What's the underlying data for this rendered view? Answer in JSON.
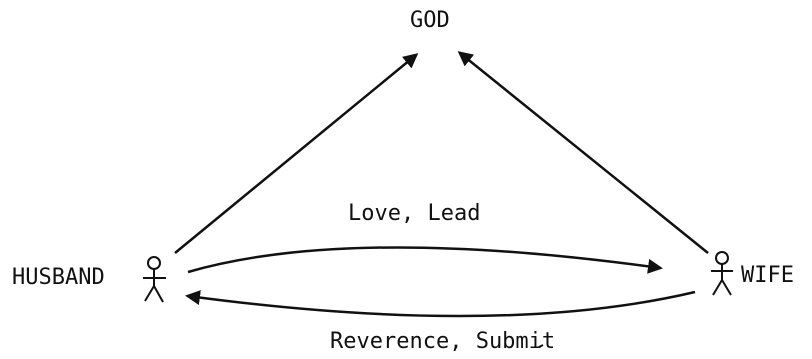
{
  "diagram": {
    "nodes": {
      "god": "GOD",
      "husband": "HUSBAND",
      "wife": "WIFE"
    },
    "edges": [
      {
        "from": "HUSBAND",
        "to": "GOD",
        "label": ""
      },
      {
        "from": "WIFE",
        "to": "GOD",
        "label": ""
      },
      {
        "from": "HUSBAND",
        "to": "WIFE",
        "label": "Love, Lead"
      },
      {
        "from": "WIFE",
        "to": "HUSBAND",
        "label": "Reverence, Submit"
      }
    ],
    "labels": {
      "love_lead": "Love, Lead",
      "reverence_submit": "Reverence, Submit"
    },
    "icons": [
      "stick-figure-husband",
      "stick-figure-wife"
    ],
    "colors": {
      "ink": "#111111",
      "background": "#ffffff"
    }
  }
}
